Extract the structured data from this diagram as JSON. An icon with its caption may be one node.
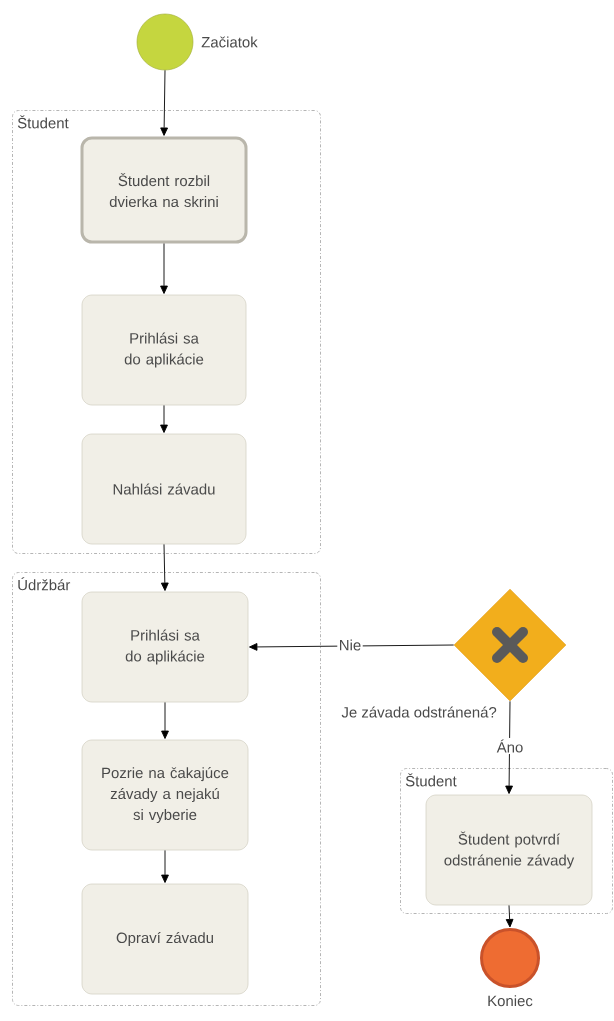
{
  "diagram": {
    "nodes": [
      {
        "text": [],
        "shape": "circle",
        "beside": [
          "Začiatok"
        ]
      },
      {
        "text": [
          "Študent"
        ]
      },
      {
        "text": [
          "Študent rozbil dvierka na skrini"
        ],
        "in": 1
      },
      {
        "text": [
          "Prihlási sa do aplikácie"
        ],
        "in": 1
      },
      {
        "text": [
          "Nahlási závadu"
        ],
        "in": 1
      },
      {
        "text": [
          "Údržbár"
        ]
      },
      {
        "text": [
          "Prihlási sa do aplikácie"
        ],
        "in": 5
      },
      {
        "text": [
          "Pozrie na čakajúce závady a nejakú si vyberie"
        ],
        "in": 5
      },
      {
        "text": [
          "Opraví závadu"
        ],
        "in": 5
      },
      {
        "text": [],
        "shape": "diamond",
        "beside": [
          "Je závada odstránená?"
        ]
      },
      {
        "text": [
          "Študent"
        ]
      },
      {
        "text": [
          "Študent potvrdí odstránenie závady"
        ],
        "in": 10
      },
      {
        "text": [],
        "shape": "circle",
        "beside": [
          "Koniec"
        ]
      }
    ],
    "edges": [
      {
        "from": 0,
        "to": 2,
        "arrow": "to"
      },
      {
        "from": 2,
        "to": 3,
        "arrow": "to"
      },
      {
        "from": 3,
        "to": 4,
        "arrow": "to"
      },
      {
        "from": 4,
        "to": 6,
        "arrow": "to"
      },
      {
        "from": 6,
        "to": 7,
        "arrow": "to"
      },
      {
        "from": 7,
        "to": 8,
        "arrow": "to"
      },
      {
        "from": 9,
        "to": 6,
        "arrow": "to",
        "label": "Nie"
      },
      {
        "from": 9,
        "to": 11,
        "arrow": "to",
        "label": "Áno"
      },
      {
        "from": 11,
        "to": 12,
        "arrow": "to"
      }
    ]
  }
}
